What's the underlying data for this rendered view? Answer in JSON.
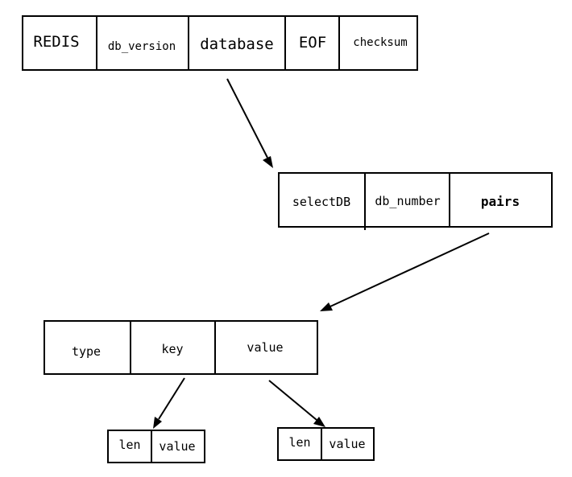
{
  "colors": {
    "stroke": "#000000",
    "highlight": "#ff0000",
    "background": "#ffffff"
  },
  "rows": {
    "rdb_file": {
      "cells": [
        {
          "label": "REDIS",
          "highlight": false,
          "bold": false
        },
        {
          "label": "db_version",
          "highlight": false,
          "bold": false
        },
        {
          "label": "database",
          "highlight": true,
          "bold": false
        },
        {
          "label": "EOF",
          "highlight": false,
          "bold": false
        },
        {
          "label": "checksum",
          "highlight": false,
          "bold": false
        }
      ]
    },
    "database": {
      "cells": [
        {
          "label": "selectDB",
          "highlight": false,
          "bold": false
        },
        {
          "label": "db_number",
          "highlight": false,
          "bold": false
        },
        {
          "label": "pairs",
          "highlight": true,
          "bold": true
        }
      ]
    },
    "pair": {
      "cells": [
        {
          "label": "type",
          "highlight": false,
          "bold": false
        },
        {
          "label": "key",
          "highlight": false,
          "bold": false
        },
        {
          "label": "value",
          "highlight": false,
          "bold": false
        }
      ]
    },
    "key_encoding": {
      "cells": [
        {
          "label": "len",
          "highlight": false,
          "bold": false
        },
        {
          "label": "value",
          "highlight": false,
          "bold": false
        }
      ]
    },
    "value_encoding": {
      "cells": [
        {
          "label": "len",
          "highlight": false,
          "bold": false
        },
        {
          "label": "value",
          "highlight": false,
          "bold": false
        }
      ]
    }
  }
}
